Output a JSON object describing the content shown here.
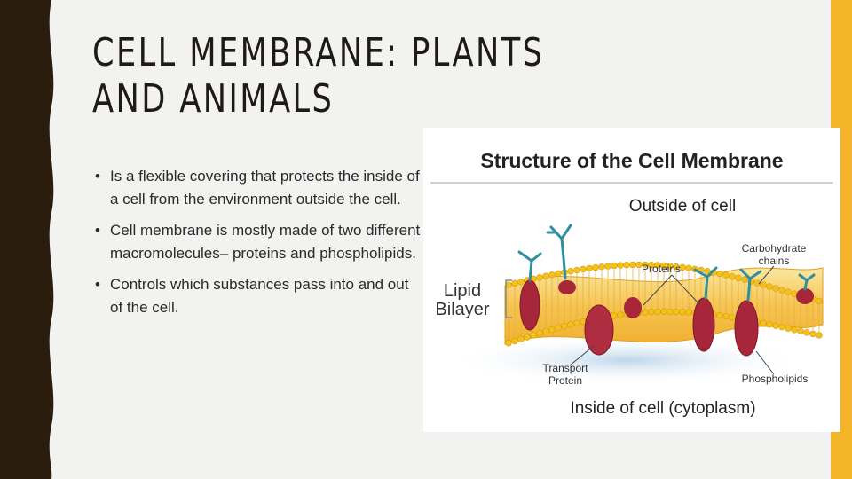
{
  "slide": {
    "title": "CELL MEMBRANE: PLANTS AND ANIMALS",
    "bullet_marker": "•",
    "bullets": [
      "Is a flexible covering that protects the inside of a cell from the environment outside the cell.",
      "Cell membrane is mostly made of two different macromolecules– proteins and phospholipids.",
      "Controls which substances pass into and out of the cell."
    ]
  },
  "figure": {
    "title": "Structure of the Cell Membrane",
    "outside": "Outside of cell",
    "inside": "Inside of cell (cytoplasm)",
    "lipid_line1": "Lipid",
    "lipid_line2": "Bilayer",
    "proteins": "Proteins",
    "carbohydrate_line1": "Carbohydrate",
    "carbohydrate_line2": "chains",
    "transport_line1": "Transport",
    "transport_line2": "Protein",
    "phospholipids": "Phospholipids"
  },
  "colors": {
    "left_band": "#2b1d0e",
    "right_band": "#f4b428",
    "protein": "#a8263a",
    "carbohydrate": "#2f8fa0",
    "lipid_head": "#f3c21a"
  }
}
